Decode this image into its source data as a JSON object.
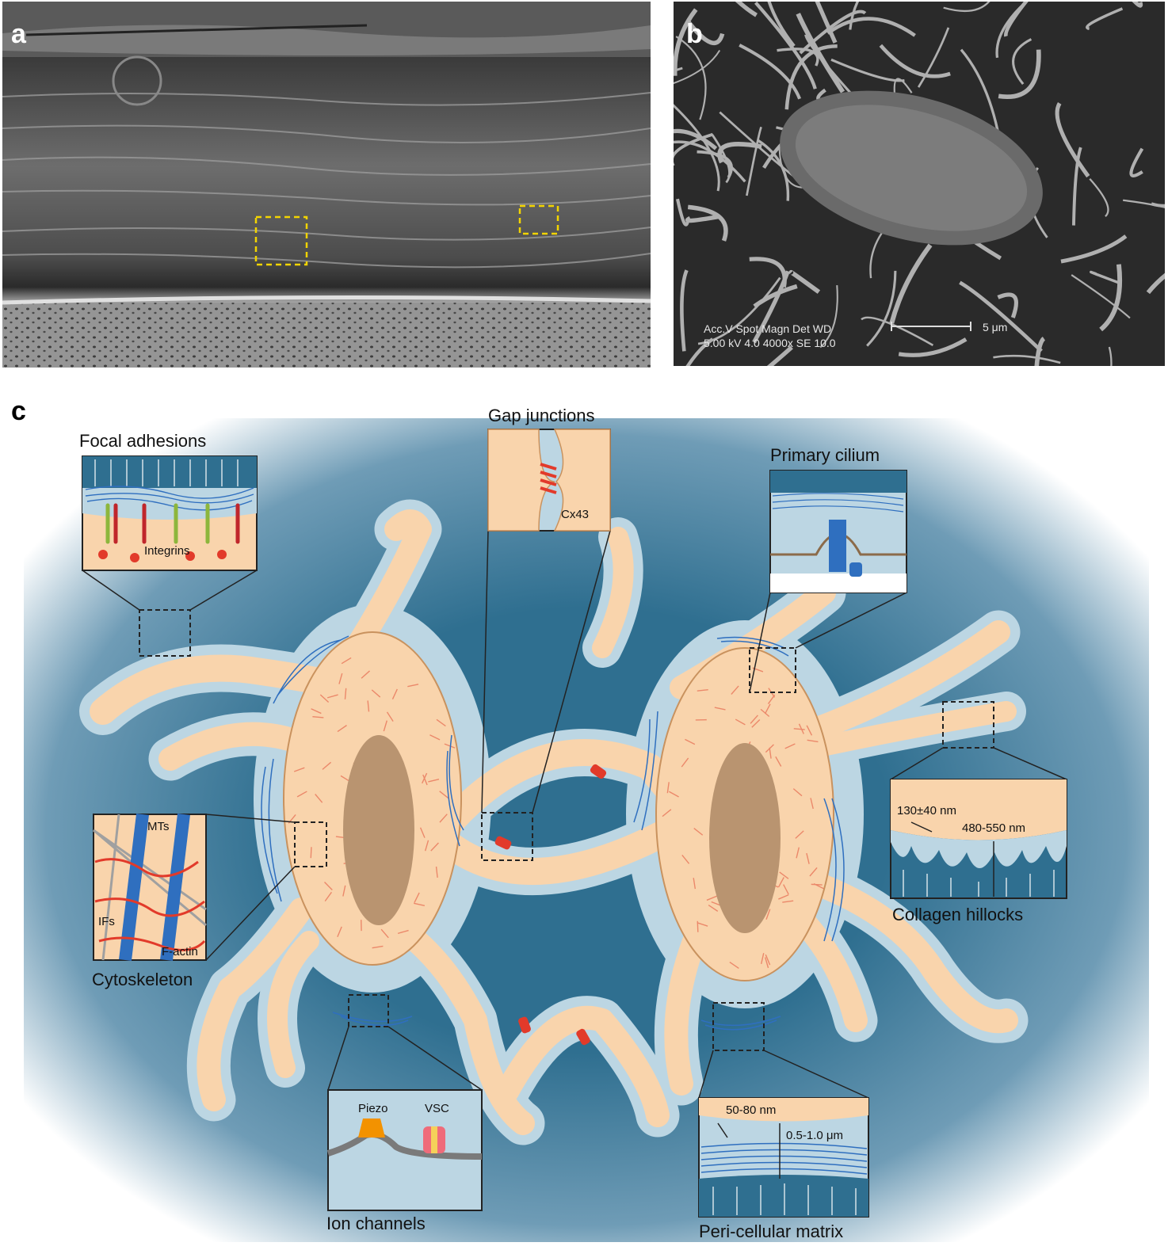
{
  "panels": {
    "a": {
      "letter": "a"
    },
    "b": {
      "letter": "b",
      "sem_info": "Acc.V  Spot Magn    Det  WD\n5.00 kV 4.0  4000x   SE  10.0",
      "scale_bar": "5 μm",
      "sem_line1": "Acc.V  Spot Magn    Det  WD",
      "sem_line2": "5.00 kV 4.0  4000x   SE  10.0"
    },
    "c": {
      "letter": "c"
    }
  },
  "diagram": {
    "focal_adhesions": {
      "title": "Focal adhesions",
      "label": "Integrins"
    },
    "gap_junctions": {
      "title": "Gap junctions",
      "label": "Cx43"
    },
    "primary_cilium": {
      "title": "Primary cilium"
    },
    "cytoskeleton": {
      "title": "Cytoskeleton",
      "mts": "MTs",
      "ifs": "IFs",
      "factin": "F-actin"
    },
    "collagen_hillocks": {
      "title": "Collagen hillocks",
      "dim1": "130±40 nm",
      "dim2": "480-550 nm"
    },
    "ion_channels": {
      "title": "Ion channels",
      "piezo": "Piezo",
      "vsc": "VSC"
    },
    "pericellular_matrix": {
      "title": "Peri-cellular matrix",
      "dim1": "50-80 nm",
      "dim2": "0.5-1.0 μm"
    }
  },
  "colors": {
    "cell_fill": "#f9d4ac",
    "cell_outline": "#c9925e",
    "nucleus": "#b99470",
    "pcm_halo": "#bcd6e3",
    "ecm_dark": "#2f6f90",
    "fiber_blue": "#2f6fbf",
    "gap_red": "#e23a2a"
  }
}
